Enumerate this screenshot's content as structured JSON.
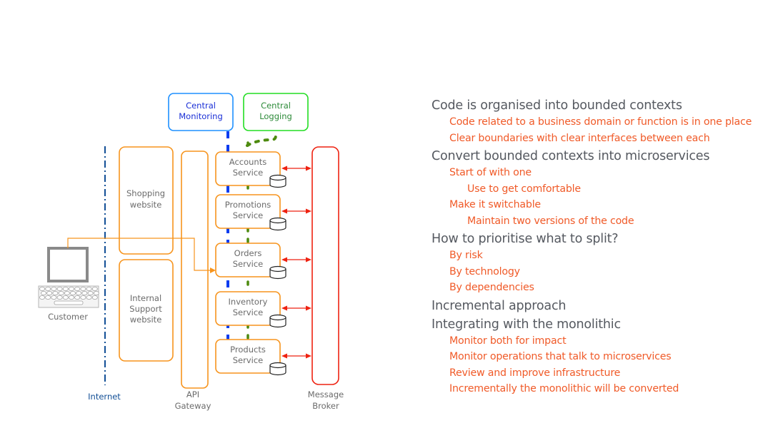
{
  "diagram": {
    "top_boxes": {
      "monitoring": {
        "line1": "Central",
        "line2": "Monitoring",
        "color": "#1e90ff"
      },
      "logging": {
        "line1": "Central",
        "line2": "Logging",
        "color": "#22dd22"
      }
    },
    "customer": {
      "label": "Customer"
    },
    "internet": {
      "label": "Internet",
      "color": "#124f96"
    },
    "websites": [
      {
        "line1": "Shopping",
        "line2": "website",
        "line3": ""
      },
      {
        "line1": "Internal",
        "line2": "Support",
        "line3": "website"
      }
    ],
    "api_gateway": {
      "line1": "API",
      "line2": "Gateway"
    },
    "services": [
      {
        "line1": "Accounts",
        "line2": "Service"
      },
      {
        "line1": "Promotions",
        "line2": "Service"
      },
      {
        "line1": "Orders",
        "line2": "Service"
      },
      {
        "line1": "Inventory",
        "line2": "Service"
      },
      {
        "line1": "Products",
        "line2": "Service"
      }
    ],
    "message_broker": {
      "line1": "Message",
      "line2": "Broker",
      "color": "#ee2211"
    },
    "colors": {
      "orange": "#f7941d",
      "monitor_line": "#0a3cf0",
      "log_line": "#4d8a0e",
      "arrow": "#ee2211"
    }
  },
  "bullets": [
    {
      "level": 1,
      "text": "Code is organised into bounded contexts"
    },
    {
      "level": 2,
      "text": "Code related to a business domain or function is in one place"
    },
    {
      "level": 2,
      "text": "Clear boundaries with clear interfaces between each"
    },
    {
      "level": 1,
      "text": "Convert bounded contexts into microservices"
    },
    {
      "level": 2,
      "text": "Start of with one"
    },
    {
      "level": 3,
      "text": "Use to get comfortable"
    },
    {
      "level": 2,
      "text": "Make it switchable"
    },
    {
      "level": 3,
      "text": "Maintain two versions of the code"
    },
    {
      "level": 1,
      "text": "How to prioritise what to split?"
    },
    {
      "level": 2,
      "text": "By risk"
    },
    {
      "level": 2,
      "text": "By technology"
    },
    {
      "level": 2,
      "text": "By dependencies"
    },
    {
      "level": 1,
      "text": "Incremental approach"
    },
    {
      "level": 1,
      "text": "Integrating with the monolithic"
    },
    {
      "level": 2,
      "text": "Monitor both for impact"
    },
    {
      "level": 2,
      "text": "Monitor operations that talk to microservices"
    },
    {
      "level": 2,
      "text": "Review and improve infrastructure"
    },
    {
      "level": 2,
      "text": "Incrementally the monolithic will be converted"
    }
  ]
}
